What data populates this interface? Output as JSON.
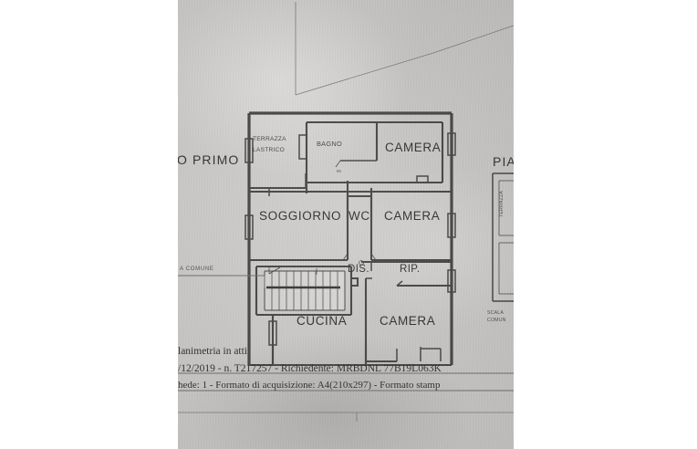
{
  "document": {
    "kind": "planimetria-catastale",
    "header_right_partial": "PIA",
    "floor_label_partial": "O PRIMO",
    "common_area_label_partial": "A COMUNE",
    "right_panel": {
      "label_line1": "SCALA",
      "label_line2": "COMUN",
      "vertical_label": "TERRAZZA"
    }
  },
  "rooms": [
    {
      "id": "terrazza",
      "line1": "TERRAZZA",
      "line2": "LASTRICO"
    },
    {
      "id": "bagno",
      "label": "BAGNO"
    },
    {
      "id": "camera-1",
      "label": "CAMERA"
    },
    {
      "id": "soggiorno",
      "label": "SOGGIORNO"
    },
    {
      "id": "wc",
      "label": "WC"
    },
    {
      "id": "camera-2",
      "label": "CAMERA"
    },
    {
      "id": "dis",
      "label": "DIS."
    },
    {
      "id": "rip",
      "label": "RIP."
    },
    {
      "id": "cucina",
      "label": "CUCINA"
    },
    {
      "id": "camera-3",
      "label": "CAMERA"
    }
  ],
  "annotations": {
    "bagno_small_mark": "96"
  },
  "footer": {
    "line1": "lanimetria in atti",
    "line2": "/12/2019 - n. T217257 - Richiedente: MRBDNL 77B19L063K",
    "line3": "hede: 1 - Formato di acquisizione: A4(210x297)  - Formato stamp"
  },
  "colors": {
    "paper": "#cfcdcb",
    "ink": "#2e2c2b",
    "wall": "#3b3938",
    "letterbox": "#ffffff"
  }
}
